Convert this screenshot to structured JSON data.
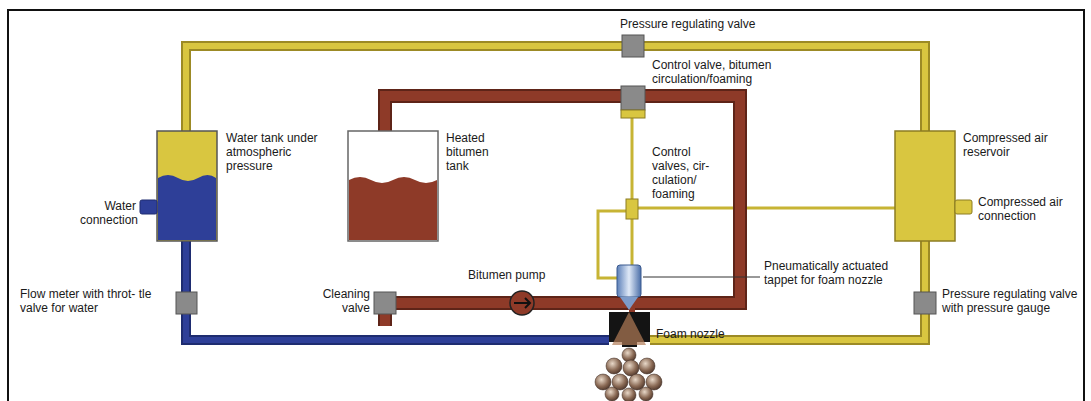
{
  "diagram": {
    "labels": [
      "Pressure regulating valve",
      "Control valve, bitumen circulation/foaming",
      "Water tank under atmospheric pressure",
      "Heated bitumen tank",
      "Control valves, cir- culation/ foaming",
      "Compressed air reservoir",
      "Water connection",
      "Compressed air connection",
      "Bitumen pump",
      "Cleaning valve",
      "Pneumatically actuated tappet for foam nozzle",
      "Flow meter with throt- tle valve for water",
      "Pressure regulating valve with pressure gauge",
      "Foam nozzle"
    ]
  }
}
